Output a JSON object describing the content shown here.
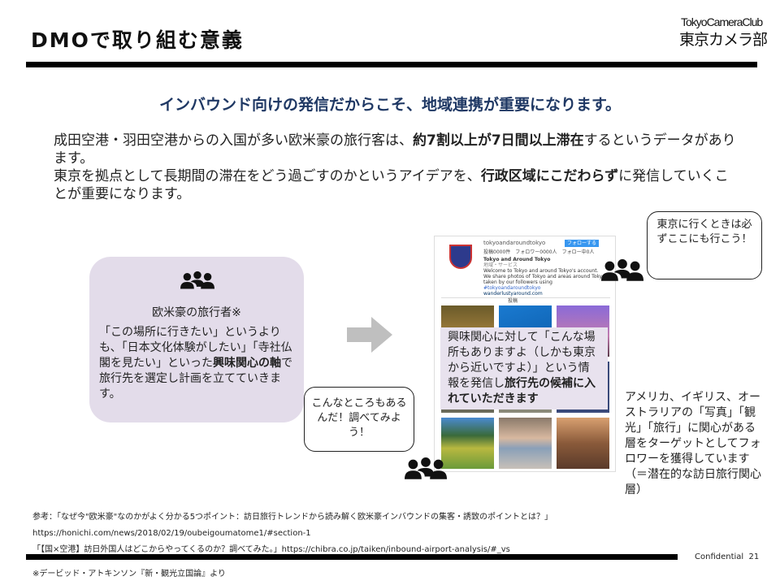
{
  "header": {
    "title": "DMOで取り組む意義",
    "logo_line1": "TokyoCameraClub",
    "logo_line2": "東京カメラ部"
  },
  "subtitle": "インバウンド向けの発信だからこそ、地域連携が重要になります。",
  "intro": {
    "p1_a": "成田空港・羽田空港からの入国が多い欧米豪の旅行客は、",
    "p1_b": "約7割以上が7日間以上滞在",
    "p1_c": "するというデータがあります。",
    "p2_a": "東京を拠点として長期間の滞在をどう過ごすのかというアイデアを、",
    "p2_b": "行政区域にこだわらず",
    "p2_c": "に発信していくことが重要になります。"
  },
  "left_panel": {
    "icon": "people-icon",
    "label": "欧米豪の旅行者※",
    "text_a": "「この場所に行きたい」というよりも、「日本文化体験がしたい」「寺社仏閣を見たい」といった",
    "text_b": "興味関心の軸",
    "text_c": "で旅行先を選定し計画を立てていきます。"
  },
  "arrow_icon": "right-arrow-icon",
  "instagram": {
    "account": "tokyoandaroundtokyo",
    "follow_label": "フォローする",
    "stats": [
      "投稿0000件",
      "フォロワー0000人",
      "フォロー中0人"
    ],
    "name": "Tokyo and Around Tokyo",
    "category": "地域・サービス",
    "bio": [
      "Welcome to Tokyo and around Tokyo's account.",
      "We share photos of Tokyo and areas around Tokyo taken by our followers using",
      "#tokyoandaroundtokyo"
    ],
    "link": "wanderlustyaround.com",
    "tab": "投稿"
  },
  "overlay": {
    "text_a": "興味関心に対して「こんな場所もありますよ（しかも東京から近いですよ）」という情報を発信し",
    "text_b": "旅行先の候補に入れていただきます"
  },
  "bubble_top": "東京に行くときは必ずここにも行こう！",
  "bubble_bottom": "こんなところもあるんだ！調べてみよう！",
  "right_note": "アメリカ、イギリス、オーストラリアの「写真」「観光」「旅行」に関心がある層をターゲットとしてフォロワーを獲得しています（＝潜在的な訪日旅行関心層）",
  "references": [
    "参考：「なぜ今\"欧米豪\"なのかがよく分かる5つポイント：訪日旅行トレンドから読み解く欧米豪インバウンドの集客・誘致のポイントとは？」",
    "https://honichi.com/news/2018/02/19/oubeigoumatome1/#section-1",
    "「【国×空港】訪日外国人はどこからやってくるのか？調べてみた。」https://chibra.co.jp/taiken/inbound-airport-analysis/#_vs"
  ],
  "footer": {
    "confidential": "Confidential",
    "page": "21",
    "note": "※デービッド・アトキンソン『新・観光立国論』より"
  }
}
